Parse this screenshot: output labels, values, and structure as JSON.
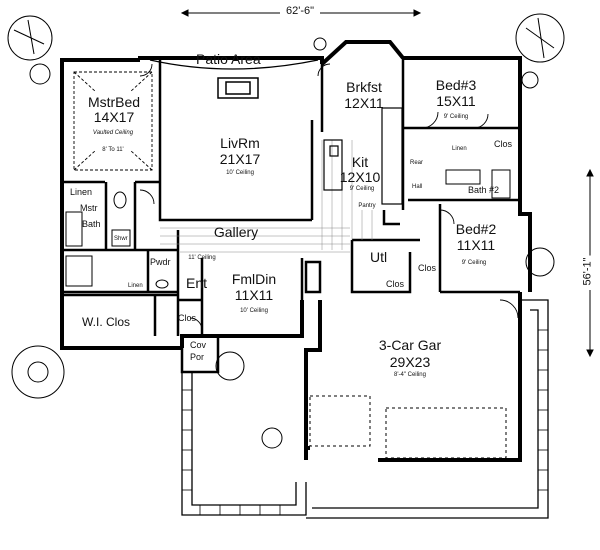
{
  "dimensions": {
    "width": "62'-6\"",
    "depth": "56'-1\""
  },
  "rooms": {
    "patio": {
      "name": "Patio Area"
    },
    "master": {
      "name": "MstrBed",
      "size": "14X17",
      "ceiling": "Vaulted Ceiling",
      "ceiling_detail": "8' To 11'"
    },
    "living": {
      "name": "LivRm",
      "size": "21X17",
      "ceiling": "10' Ceiling"
    },
    "breakfast": {
      "name": "Brkfst",
      "size": "12X11"
    },
    "kitchen": {
      "name": "Kit",
      "size": "12X10",
      "ceiling": "9' Ceiling",
      "pantry": "Pantry"
    },
    "bed3": {
      "name": "Bed#3",
      "size": "15X11",
      "ceiling": "9' Ceiling",
      "closet": "Clos",
      "linen": "Linen"
    },
    "bed2": {
      "name": "Bed#2",
      "size": "11X11",
      "ceiling": "9' Ceiling",
      "closet": "Clos"
    },
    "bath2": {
      "name": "Bath #2"
    },
    "hall": {
      "rear": "Rear",
      "hall": "Hall"
    },
    "master_bath": {
      "name": "Mstr",
      "name2": "Bath",
      "shower": "Shwr",
      "linen": "Linen",
      "linen2": "Linen"
    },
    "gallery": {
      "name": "Gallery",
      "ceiling": "11' Ceiling"
    },
    "powder": {
      "name": "Pwdr"
    },
    "utility": {
      "name": "Utl",
      "closet": "Clos"
    },
    "dining": {
      "name": "FmlDin",
      "size": "11X11",
      "ceiling": "10' Ceiling"
    },
    "entry": {
      "name": "Ent",
      "closet": "Clos"
    },
    "wic": {
      "name": "W.I. Clos"
    },
    "porch": {
      "name": "Cov",
      "name2": "Por"
    },
    "garage": {
      "name": "3-Car Gar",
      "size": "29X23",
      "ceiling": "8'-4\" Ceiling"
    }
  }
}
